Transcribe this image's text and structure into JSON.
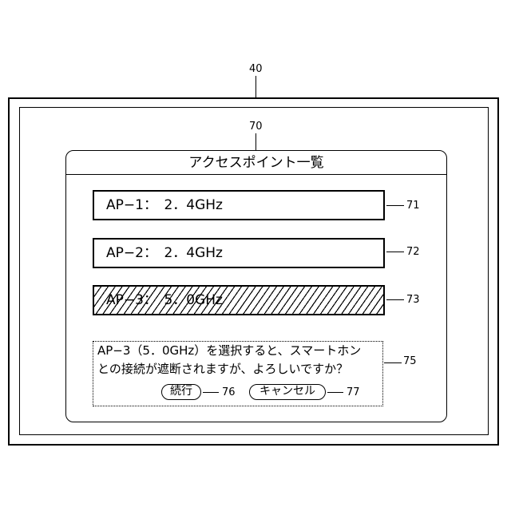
{
  "refs": {
    "device": "40",
    "dialog": "70",
    "ap1": "71",
    "ap2": "72",
    "ap3": "73",
    "confirm": "75",
    "continue": "76",
    "cancel": "77"
  },
  "dialog": {
    "title": "アクセスポイント一覧",
    "access_points": [
      {
        "label": "AP−1：　2．4GHz",
        "selected": false
      },
      {
        "label": "AP−2：　2．4GHz",
        "selected": false
      },
      {
        "label": "AP−3：　5．0GHz",
        "selected": true
      }
    ],
    "confirm": {
      "line1": "AP−3（5．0GHz）を選択すると、スマートホン",
      "line2": "との接続が遮断されますが、よろしいですか？",
      "continue_label": "続行",
      "cancel_label": "キャンセル"
    }
  }
}
